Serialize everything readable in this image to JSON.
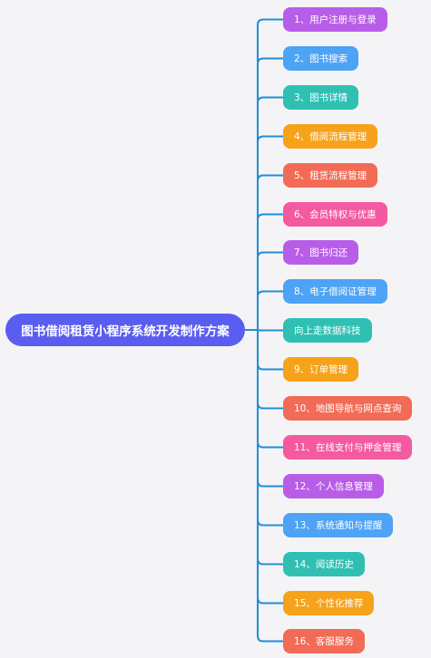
{
  "root": {
    "label": "图书借阅租赁小程序系统开发制作方案",
    "color": "#5a5ef0"
  },
  "connector_color": "#1e8ed8",
  "children": [
    {
      "label": "1、用户注册与登录",
      "color": "#b85de8"
    },
    {
      "label": "2、图书搜索",
      "color": "#4da3f5"
    },
    {
      "label": "3、图书详情",
      "color": "#2fc0b3"
    },
    {
      "label": "4、借阅流程管理",
      "color": "#f7a21b"
    },
    {
      "label": "5、租赁流程管理",
      "color": "#f26b57"
    },
    {
      "label": "6、会员特权与优惠",
      "color": "#f45aa0"
    },
    {
      "label": "7、图书归还",
      "color": "#b85de8"
    },
    {
      "label": "8、电子借阅证管理",
      "color": "#4da3f5"
    },
    {
      "label": "向上走数据科技",
      "color": "#2fc0b3"
    },
    {
      "label": "9、订单管理",
      "color": "#f7a21b"
    },
    {
      "label": "10、地图导航与网点查询",
      "color": "#f26b57"
    },
    {
      "label": "11、在线支付与押金管理",
      "color": "#f45aa0"
    },
    {
      "label": "12、个人信息管理",
      "color": "#b85de8"
    },
    {
      "label": "13、系统通知与提醒",
      "color": "#4da3f5"
    },
    {
      "label": "14、阅读历史",
      "color": "#2fc0b3"
    },
    {
      "label": "15、个性化推荐",
      "color": "#f7a21b"
    },
    {
      "label": "16、客服服务",
      "color": "#f26b57"
    }
  ]
}
